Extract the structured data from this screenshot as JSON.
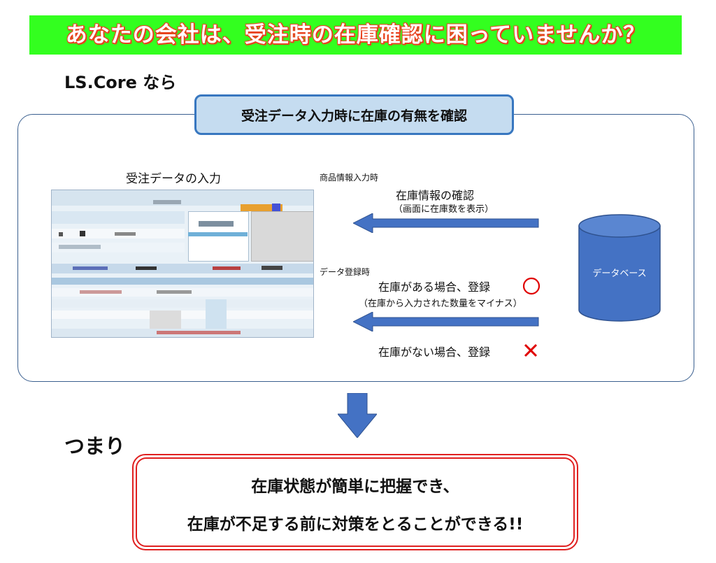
{
  "banner": {
    "text": "あなたの会社は、受注時の在庫確認に困っていませんか？",
    "bg": "#33ff1f",
    "text_color": "#ffffff",
    "outline_color": "#e8421e"
  },
  "product": {
    "label": "LS.Core なら"
  },
  "feature": {
    "title": "受注データ入力時に在庫の有無を確認"
  },
  "screen": {
    "title": "受注データの入力"
  },
  "flow_stock_check": {
    "trigger": "商品情報入力時",
    "label": "在庫情報の確認",
    "note": "（画面に在庫数を表示）"
  },
  "flow_register": {
    "trigger": "データ登録時",
    "with_stock": "在庫がある場合、登録",
    "with_stock_note": "（在庫から入力された数量をマイナス）",
    "without_stock": "在庫がない場合、登録"
  },
  "database": {
    "label": "データベース",
    "color": "#4472c4"
  },
  "arrows": {
    "color": "#4472c4"
  },
  "marks": {
    "ok": "circle-icon",
    "ng": "cross-icon",
    "color": "#e00000"
  },
  "summary": {
    "lead": "つまり",
    "line1": "在庫状態が簡単に把握でき、",
    "line2": "在庫が不足する前に対策をとることができる!!",
    "border_color": "#e02020"
  }
}
